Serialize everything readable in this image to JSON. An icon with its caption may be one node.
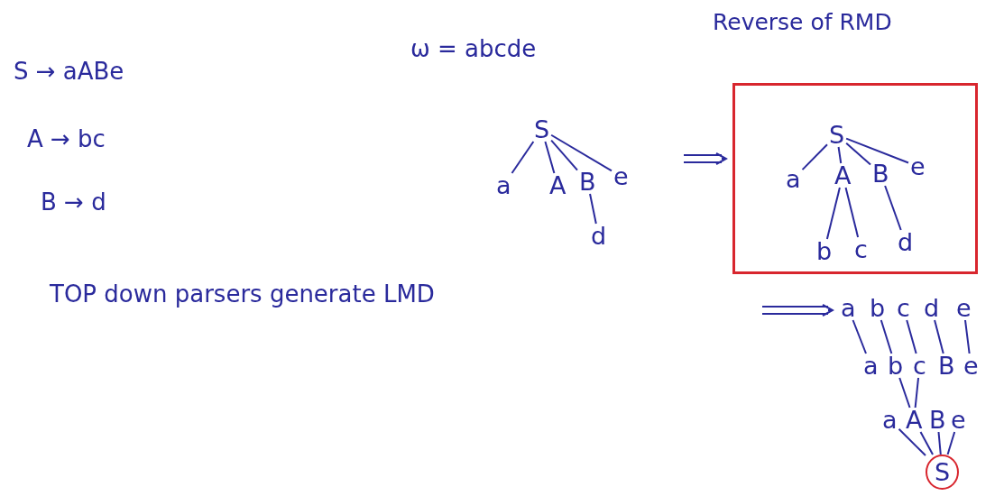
{
  "diagram": {
    "nodes": [
      {
        "text": [
          "S"
        ]
      },
      {
        "text": [
          "a"
        ]
      },
      {
        "text": [
          "A"
        ]
      },
      {
        "text": [
          "B"
        ]
      },
      {
        "text": [
          "e"
        ]
      },
      {
        "text": [
          "d"
        ]
      },
      {
        "text": [
          "Reverse of RMD"
        ]
      },
      {
        "text": [
          "S"
        ],
        "in": 6
      },
      {
        "text": [
          "a"
        ],
        "in": 6
      },
      {
        "text": [
          "A"
        ],
        "in": 6
      },
      {
        "text": [
          "B"
        ],
        "in": 6
      },
      {
        "text": [
          "e"
        ],
        "in": 6
      },
      {
        "text": [
          "b"
        ],
        "in": 6
      },
      {
        "text": [
          "c"
        ],
        "in": 6
      },
      {
        "text": [
          "d"
        ],
        "in": 6
      },
      {
        "text": [
          "a"
        ]
      },
      {
        "text": [
          "b"
        ]
      },
      {
        "text": [
          "c"
        ]
      },
      {
        "text": [
          "d"
        ]
      },
      {
        "text": [
          "e"
        ]
      },
      {
        "text": [
          "a"
        ]
      },
      {
        "text": [
          "b"
        ]
      },
      {
        "text": [
          "c"
        ]
      },
      {
        "text": [
          "B"
        ]
      },
      {
        "text": [
          "e"
        ]
      },
      {
        "text": [
          "a"
        ]
      },
      {
        "text": [
          "A"
        ]
      },
      {
        "text": [
          "B"
        ]
      },
      {
        "text": [
          "e"
        ]
      },
      {
        "text": [
          "S"
        ]
      }
    ],
    "edges": [
      {
        "from": 0,
        "to": 1,
        "arrow": "none"
      },
      {
        "from": 0,
        "to": 2,
        "arrow": "none"
      },
      {
        "from": 0,
        "to": 3,
        "arrow": "none"
      },
      {
        "from": 0,
        "to": 4,
        "arrow": "none"
      },
      {
        "from": 3,
        "to": 5,
        "arrow": "none"
      },
      {
        "from": null,
        "to": 6,
        "arrow": "to"
      },
      {
        "from": 7,
        "to": 8,
        "arrow": "none"
      },
      {
        "from": 7,
        "to": 9,
        "arrow": "none"
      },
      {
        "from": 7,
        "to": 10,
        "arrow": "none"
      },
      {
        "from": 7,
        "to": 11,
        "arrow": "none"
      },
      {
        "from": 9,
        "to": 12,
        "arrow": "none"
      },
      {
        "from": 9,
        "to": 13,
        "arrow": "none"
      },
      {
        "from": 10,
        "to": 14,
        "arrow": "none"
      },
      {
        "from": null,
        "to": 15,
        "arrow": "to"
      },
      {
        "from": 15,
        "to": 20,
        "arrow": "none"
      },
      {
        "from": 16,
        "to": 21,
        "arrow": "none"
      },
      {
        "from": 17,
        "to": 22,
        "arrow": "none"
      },
      {
        "from": 18,
        "to": 23,
        "arrow": "none"
      },
      {
        "from": 19,
        "to": 24,
        "arrow": "none"
      },
      {
        "from": 21,
        "to": 26,
        "arrow": "none"
      },
      {
        "from": 22,
        "to": 26,
        "arrow": "none"
      },
      {
        "from": 25,
        "to": 29,
        "arrow": "none"
      },
      {
        "from": 26,
        "to": 29,
        "arrow": "none"
      },
      {
        "from": 27,
        "to": 29,
        "arrow": "none"
      },
      {
        "from": 28,
        "to": 29,
        "arrow": "none"
      }
    ],
    "labels": [
      "S → aABe",
      "ω = abcde",
      "A → bc",
      "B → d",
      "TOP down parsers generate LMD"
    ]
  }
}
